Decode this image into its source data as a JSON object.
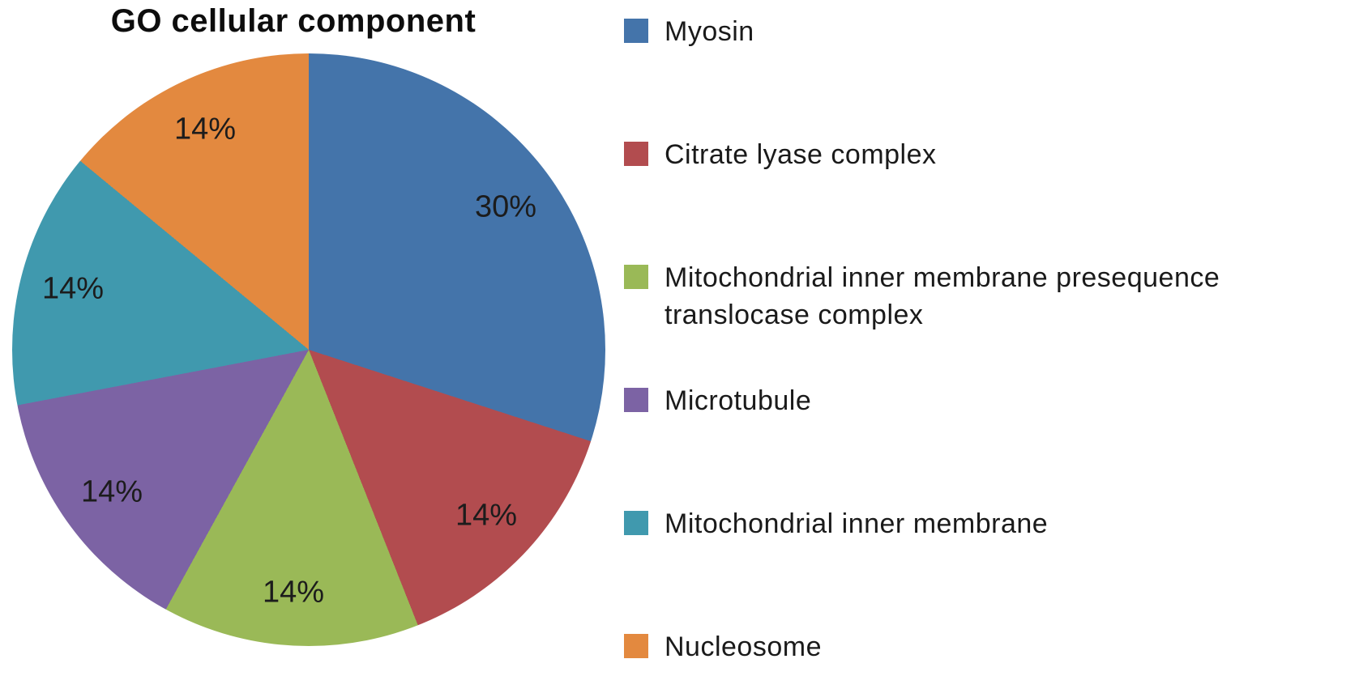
{
  "background_color": "#ffffff",
  "chart_data": {
    "type": "pie",
    "title": "GO cellular component",
    "start_angle_deg": 0,
    "direction": "clockwise",
    "legend_position": "right",
    "slices": [
      {
        "label": "Myosin",
        "legend_label": "Myosin",
        "value_pct": 30,
        "data_label": "30%",
        "color": "#4474aa"
      },
      {
        "label": "Citrate lyase complex",
        "legend_label": "Citrate lyase complex",
        "value_pct": 14,
        "data_label": "14%",
        "color": "#b24c4f"
      },
      {
        "label": "Mitochondrial inner membrane presequence translocase complex",
        "legend_label": "Mitochondrial inner membrane presequence\ntranslocase complex",
        "value_pct": 14,
        "data_label": "14%",
        "color": "#9ab957"
      },
      {
        "label": "Microtubule",
        "legend_label": "Microtubule",
        "value_pct": 14,
        "data_label": "14%",
        "color": "#7c63a4"
      },
      {
        "label": "Mitochondrial inner membrane",
        "legend_label": "Mitochondrial inner membrane",
        "value_pct": 14,
        "data_label": "14%",
        "color": "#4099ae"
      },
      {
        "label": "Nucleosome",
        "legend_label": "Nucleosome",
        "value_pct": 14,
        "data_label": "14%",
        "color": "#e3893f"
      }
    ]
  },
  "layout_note_values": {
    "title_text": "GO cellular component"
  }
}
